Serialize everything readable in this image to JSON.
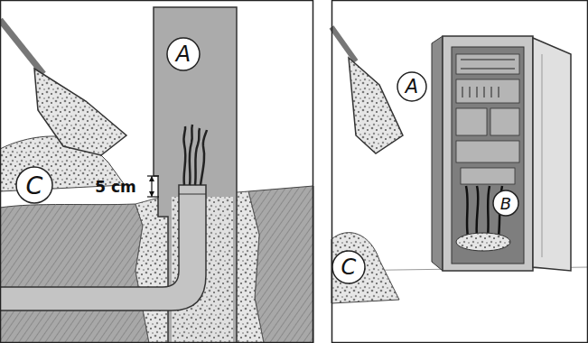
{
  "diagram": {
    "labels": [
      "A",
      "C",
      "5 cm",
      "A",
      "B",
      "C"
    ]
  }
}
